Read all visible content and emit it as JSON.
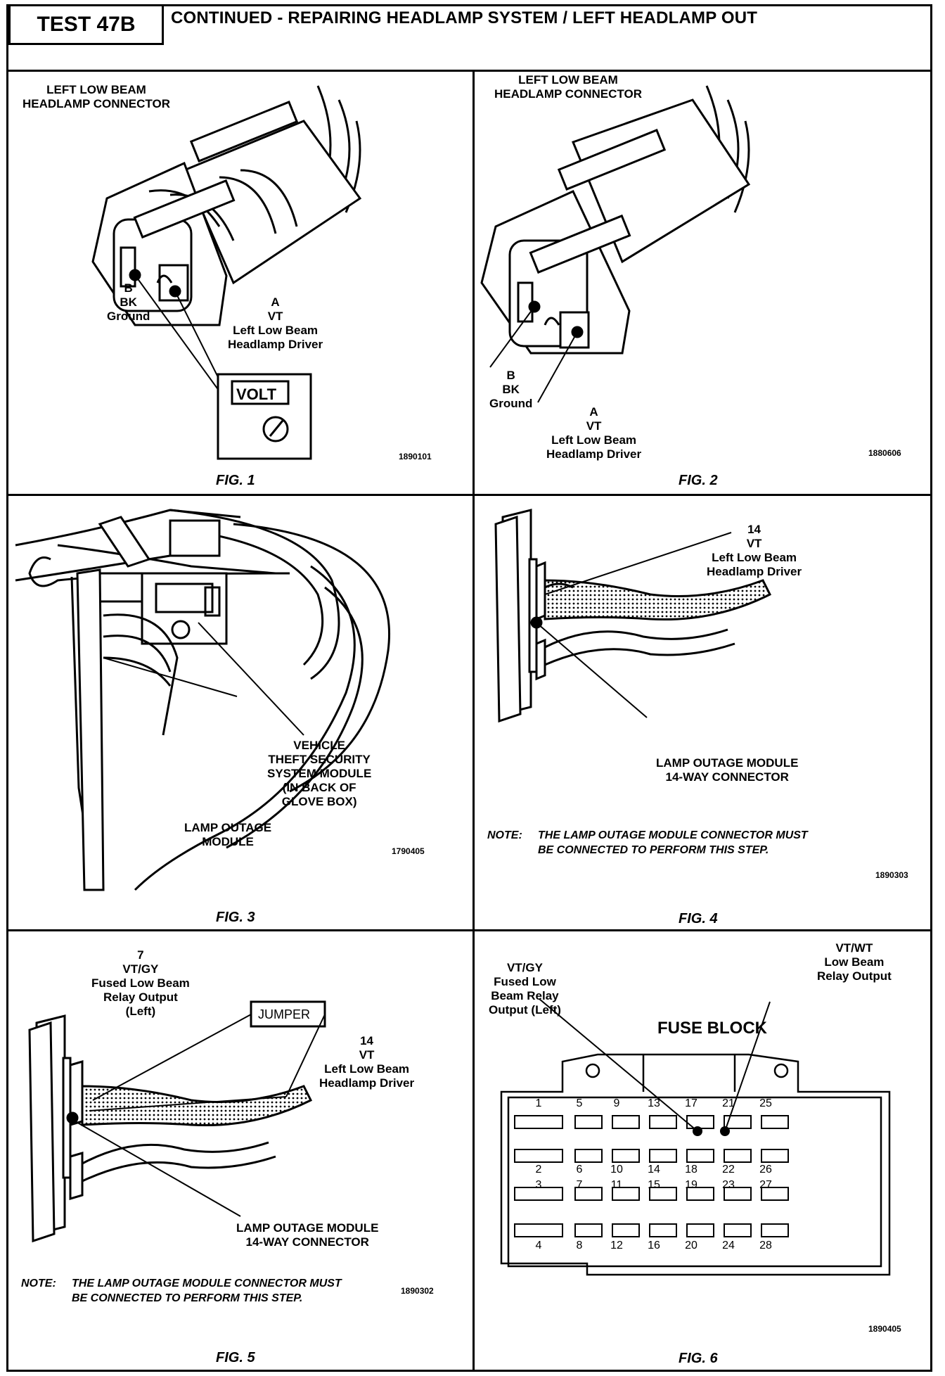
{
  "header": {
    "test_label": "TEST 47B",
    "title": "CONTINUED - REPAIRING HEADLAMP SYSTEM / LEFT HEADLAMP OUT"
  },
  "fig1": {
    "connector_label": [
      "LEFT LOW BEAM",
      "HEADLAMP CONNECTOR"
    ],
    "pin_b": [
      "B",
      "BK",
      "Ground"
    ],
    "pin_a": [
      "A",
      "VT",
      "Left Low Beam",
      "Headlamp Driver"
    ],
    "meter_label": "VOLT",
    "image_id": "1890101",
    "caption": "FIG. 1"
  },
  "fig2": {
    "connector_label": [
      "LEFT LOW BEAM",
      "HEADLAMP CONNECTOR"
    ],
    "pin_b": [
      "B",
      "BK",
      "Ground"
    ],
    "pin_a": [
      "A",
      "VT",
      "Left Low Beam",
      "Headlamp Driver"
    ],
    "image_id": "1880606",
    "caption": "FIG. 2"
  },
  "fig3": {
    "vts_label": [
      "VEHICLE",
      "THEFT SECURITY",
      "SYSTEM MODULE",
      "(IN BACK OF",
      "GLOVE BOX)"
    ],
    "lom_label": [
      "LAMP OUTAGE",
      "MODULE"
    ],
    "image_id": "1790405",
    "caption": "FIG. 3"
  },
  "fig4": {
    "pin_label": [
      "14",
      "VT",
      "Left Low Beam",
      "Headlamp Driver"
    ],
    "connector_label": [
      "LAMP OUTAGE MODULE",
      "14-WAY CONNECTOR"
    ],
    "note_prefix": "NOTE:",
    "note_lines": [
      "THE LAMP OUTAGE MODULE CONNECTOR MUST",
      "BE CONNECTED TO PERFORM THIS STEP."
    ],
    "image_id": "1890303",
    "caption": "FIG. 4"
  },
  "fig5": {
    "pin7_label": [
      "7",
      "VT/GY",
      "Fused Low Beam",
      "Relay Output",
      "(Left)"
    ],
    "jumper_label": "JUMPER",
    "pin14_label": [
      "14",
      "VT",
      "Left Low Beam",
      "Headlamp Driver"
    ],
    "connector_label": [
      "LAMP OUTAGE MODULE",
      "14-WAY CONNECTOR"
    ],
    "note_prefix": "NOTE:",
    "note_lines": [
      "THE LAMP OUTAGE MODULE CONNECTOR MUST",
      "BE CONNECTED TO PERFORM THIS STEP."
    ],
    "image_id": "1890302",
    "caption": "FIG. 5"
  },
  "fig6": {
    "left_label": [
      "VT/GY",
      "Fused Low",
      "Beam Relay",
      "Output (Left)"
    ],
    "right_label": [
      "VT/WT",
      "Low Beam",
      "Relay Output"
    ],
    "title": "FUSE BLOCK",
    "top_row_numbers": [
      "1",
      "5",
      "9",
      "13",
      "17",
      "21",
      "25"
    ],
    "row2_numbers": [
      "2",
      "6",
      "10",
      "14",
      "18",
      "22",
      "26"
    ],
    "row3_numbers": [
      "3",
      "7",
      "11",
      "15",
      "19",
      "23",
      "27"
    ],
    "bottom_row_numbers": [
      "4",
      "8",
      "12",
      "16",
      "20",
      "24",
      "28"
    ],
    "image_id": "1890405",
    "caption": "FIG. 6"
  }
}
